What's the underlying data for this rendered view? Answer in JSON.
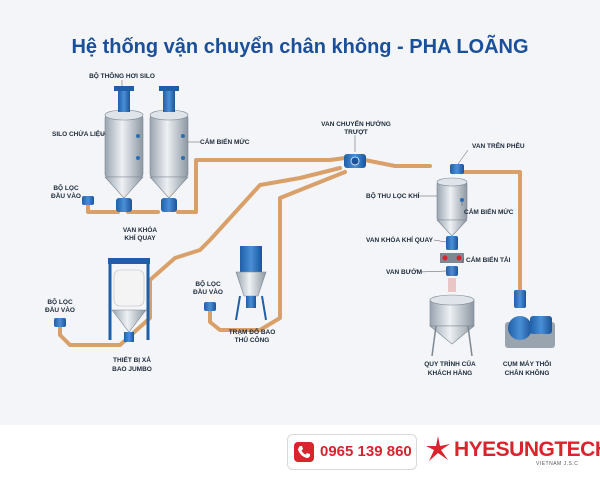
{
  "title": "Hệ thống vận chuyển chân không - PHA LOÃNG",
  "labels": {
    "bo_thong_hoi_silo": "BỘ THÔNG HƠI SILO",
    "silo_chua_lieu": "SILO CHỨA LIỆU",
    "cam_bien_muc_1": "CẢM BIẾN MỨC",
    "van_chuyen_huong_1": "VAN CHUYỂN HƯỚNG",
    "van_chuyen_huong_2": "TRƯỢT",
    "van_tren_pheu": "VAN TRÊN PHỄU",
    "bo_loc_dau_vao_1a": "BỘ LỌC",
    "bo_loc_dau_vao_1b": "ĐẦU VÀO",
    "bo_thu_loc_khi": "BỘ THU LỌC KHÍ",
    "cam_bien_muc_2": "CẢM BIẾN MỨC",
    "van_khoa_khi_quay_1a": "VAN KHÓA",
    "van_khoa_khi_quay_1b": "KHÍ QUAY",
    "van_khoa_khi_quay_2": "VAN KHÓA KHÍ QUAY",
    "cam_bien_tai": "CẢM BIẾN TẢI",
    "van_buom": "VAN BƯỚM",
    "bo_loc_dau_vao_2a": "BỘ LỌC",
    "bo_loc_dau_vao_2b": "ĐẦU VÀO",
    "bo_loc_dau_vao_3a": "BỘ LỌC",
    "bo_loc_dau_vao_3b": "ĐẦU VÀO",
    "tram_do_bao_a": "TRẠM ĐỔ BAO",
    "tram_do_bao_b": "THỦ CÔNG",
    "thiet_bi_xa_a": "THIẾT BỊ XẢ",
    "thiet_bi_xa_b": "BAO JUMBO",
    "quy_trinh_a": "QUY TRÌNH CỦA",
    "quy_trinh_b": "KHÁCH HÀNG",
    "cum_may_thoi_a": "CỤM MÁY THỔI",
    "cum_may_thoi_b": "CHÂN KHÔNG"
  },
  "footer": {
    "phone": "0965 139 860",
    "brand": "HYESUNGTECH",
    "brand_sub": "VIETNAM J.S.C"
  },
  "colors": {
    "title": "#1a4f9c",
    "pipe": "#d9a06a",
    "equipment_blue": "#2a6db5",
    "steel": "#c9d0d8",
    "brand_red": "#d9232d"
  }
}
